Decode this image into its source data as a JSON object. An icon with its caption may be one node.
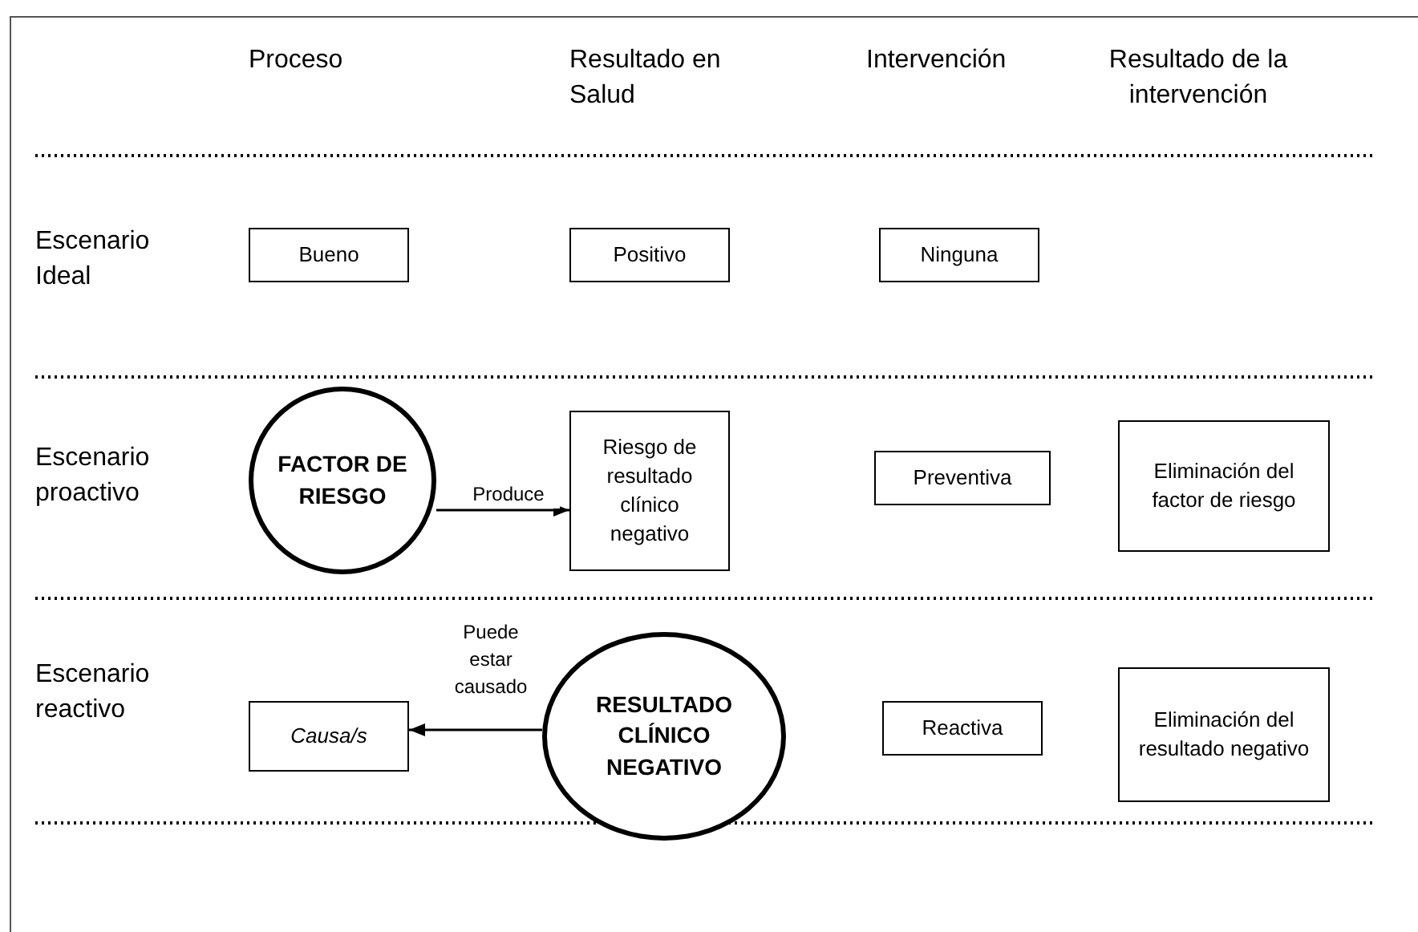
{
  "diagram": {
    "nodes": [
      {
        "text": [
          "Bueno"
        ]
      },
      {
        "text": [
          "Positivo"
        ]
      },
      {
        "text": [
          "Ninguna"
        ]
      },
      {
        "text": [
          "FACTOR DE RIESGO"
        ]
      },
      {
        "text": [
          "Riesgo de resultado clínico negativo"
        ]
      },
      {
        "text": [
          "Preventiva"
        ]
      },
      {
        "text": [
          "Eliminación del factor de riesgo"
        ]
      },
      {
        "text": [
          "Causa/s"
        ]
      },
      {
        "text": [
          "RESULTADO CLÍNICO NEGATIVO"
        ]
      },
      {
        "text": [
          "Reactiva"
        ]
      },
      {
        "text": [
          "Eliminación del resultado negativo"
        ]
      }
    ],
    "edges": [
      {
        "from": 3,
        "to": 4,
        "arrow": "to",
        "label": "Produce"
      },
      {
        "from": 8,
        "to": 7,
        "arrow": "to",
        "label": "Puede estar causado"
      }
    ],
    "labels": [
      "Proceso",
      "Resultado en Salud",
      "Intervención",
      "Resultado de la intervención",
      "Escenario Ideal",
      "Escenario proactivo",
      "Escenario reactivo"
    ]
  }
}
